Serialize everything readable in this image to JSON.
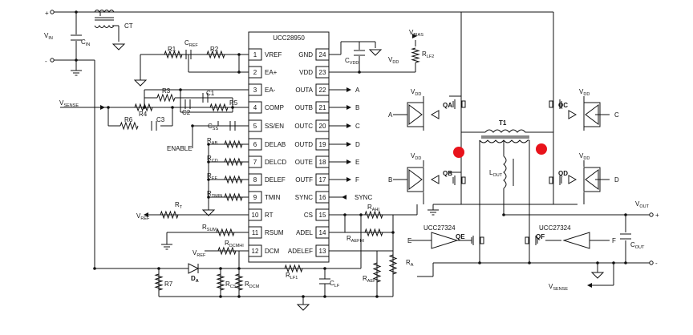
{
  "ic": {
    "name": "UCC28950",
    "left_pins": [
      {
        "num": "1",
        "name": "VREF"
      },
      {
        "num": "2",
        "name": "EA+"
      },
      {
        "num": "3",
        "name": "EA-"
      },
      {
        "num": "4",
        "name": "COMP"
      },
      {
        "num": "5",
        "name": "SS/EN"
      },
      {
        "num": "6",
        "name": "DELAB"
      },
      {
        "num": "7",
        "name": "DELCD"
      },
      {
        "num": "8",
        "name": "DELEF"
      },
      {
        "num": "9",
        "name": "TMIN"
      },
      {
        "num": "10",
        "name": "RT"
      },
      {
        "num": "11",
        "name": "RSUM"
      },
      {
        "num": "12",
        "name": "DCM"
      }
    ],
    "right_pins": [
      {
        "num": "24",
        "name": "GND"
      },
      {
        "num": "23",
        "name": "VDD"
      },
      {
        "num": "22",
        "name": "OUTA"
      },
      {
        "num": "21",
        "name": "OUTB"
      },
      {
        "num": "20",
        "name": "OUTC"
      },
      {
        "num": "19",
        "name": "OUTD"
      },
      {
        "num": "18",
        "name": "OUTE"
      },
      {
        "num": "17",
        "name": "OUTF"
      },
      {
        "num": "16",
        "name": "SYNC"
      },
      {
        "num": "15",
        "name": "CS"
      },
      {
        "num": "14",
        "name": "ADEL"
      },
      {
        "num": "13",
        "name": "ADELEF"
      }
    ],
    "output_nets": [
      "A",
      "B",
      "C",
      "D",
      "E",
      "F"
    ],
    "sync_net": "SYNC"
  },
  "labels": {
    "plus": "+",
    "minus": "-",
    "vin": "V",
    "vin_sub": "IN",
    "cin": "C",
    "cin_sub": "IN",
    "ct": "CT",
    "vsense": "V",
    "vsense_sub": "SENSE",
    "r1": "R1",
    "r2": "R2",
    "cref": "C",
    "cref_sub": "REF",
    "r3": "R3",
    "r4": "R4",
    "r5": "R5",
    "r6": "R6",
    "c1": "C1",
    "c2": "C2",
    "c3": "C3",
    "css": "C",
    "css_sub": "SS",
    "enable": "ENABLE",
    "rab": "R",
    "rab_sub": "AB",
    "rcd": "R",
    "rcd_sub": "CD",
    "ref": "R",
    "ref_sub": "EF",
    "rtmin": "R",
    "rtmin_sub": "TMIN",
    "rt": "R",
    "rt_sub": "T",
    "vref": "V",
    "vref_sub": "REF",
    "rsum": "R",
    "rsum_sub": "SUM",
    "rdcmhi": "R",
    "rdcmhi_sub": "DCMHI",
    "da": "D",
    "da_sub": "A",
    "r7": "R7",
    "rcs": "R",
    "rcs_sub": "CS",
    "rdcm": "R",
    "rdcm_sub": "DCM",
    "rlf1": "R",
    "rlf1_sub": "LF1",
    "clf": "C",
    "clf_sub": "LF",
    "rahi": "R",
    "rahi_sub": "AHI",
    "raefhi": "R",
    "raefhi_sub": "AEFHI",
    "ra": "R",
    "ra_sub": "A",
    "rbef": "R",
    "rbef_sub": "AEF",
    "cvdd": "C",
    "cvdd_sub": "VDD",
    "vdd": "V",
    "vdd_sub": "DD",
    "vbias": "V",
    "vbias_sub": "BIAS",
    "rlf2": "R",
    "rlf2_sub": "LF2",
    "qa": "QA",
    "qb": "QB",
    "qc": "QC",
    "qd": "QD",
    "qe": "QE",
    "qf": "QF",
    "t1": "T1",
    "lout": "L",
    "lout_sub": "OUT",
    "vout": "V",
    "vout_sub": "OUT",
    "cout": "C",
    "cout_sub": "OUT",
    "ucc1": "UCC27324",
    "ucc2": "UCC27324",
    "net_a": "A",
    "net_b": "B",
    "net_c": "C",
    "net_d": "D",
    "net_e": "E",
    "net_f": "F"
  },
  "colors": {
    "marker": "#e8131b",
    "wire": "#111111"
  }
}
